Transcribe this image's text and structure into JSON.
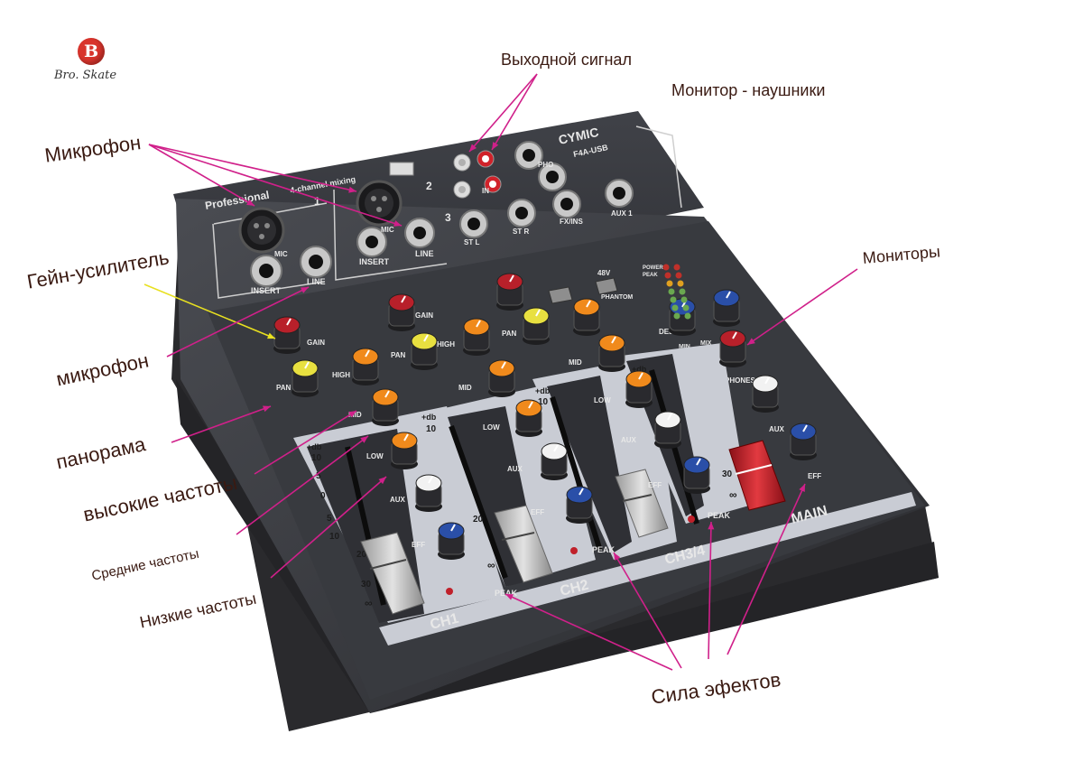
{
  "logo": {
    "letter": "B",
    "text": "Bro. Skate"
  },
  "labels": {
    "output_signal": "Выходной сигнал",
    "monitor_headphones": "Монитор - наушники",
    "microphone": "Микрофон",
    "gain": "Гейн-усилитель",
    "monitors": "Мониторы",
    "mic_lower": "микрофон",
    "panorama": "панорама",
    "high_freq": "высокие частоты",
    "mid_freq": "Средние частоты",
    "low_freq": "Низкие частоты",
    "effects_level": "Сила эфектов"
  },
  "mixer": {
    "brand": "CYMIC",
    "model": "F4A-USB",
    "professional": "Professional",
    "mixing": "4-channel mixing",
    "ch_numbers": [
      "1",
      "2",
      "3"
    ],
    "mic": "MIC",
    "insert": "INSERT",
    "line": "LINE",
    "in": "IN",
    "stl": "ST L",
    "str": "ST R",
    "fxins": "FX/INS",
    "aux1": "AUX 1",
    "phones_short": "PHO",
    "phantom": "PHANTOM",
    "v48": "48V",
    "power": "POWER",
    "peak": "PEAK",
    "delay": "DELAY",
    "min": "MIN",
    "mix": "MIX",
    "phones": "PHONES",
    "aux": "AUX",
    "eff": "EFF",
    "gain": "GAIN",
    "pan": "PAN",
    "high": "HIGH",
    "mid": "MID",
    "low": "LOW",
    "ch1": "CH1",
    "ch2": "CH2",
    "ch34": "CH3/4",
    "main": "MAIN",
    "db": "+db",
    "fader_scale": [
      "10",
      "5",
      "0",
      "5",
      "10",
      "20",
      "30",
      "∞"
    ],
    "knob_colors": {
      "gain": "#b8202a",
      "pan": "#e8e040",
      "eq": "#f08a1c",
      "aux": "#f2f2f2",
      "eff": "#2a4fa8",
      "main_fader": "#c8202a"
    }
  }
}
